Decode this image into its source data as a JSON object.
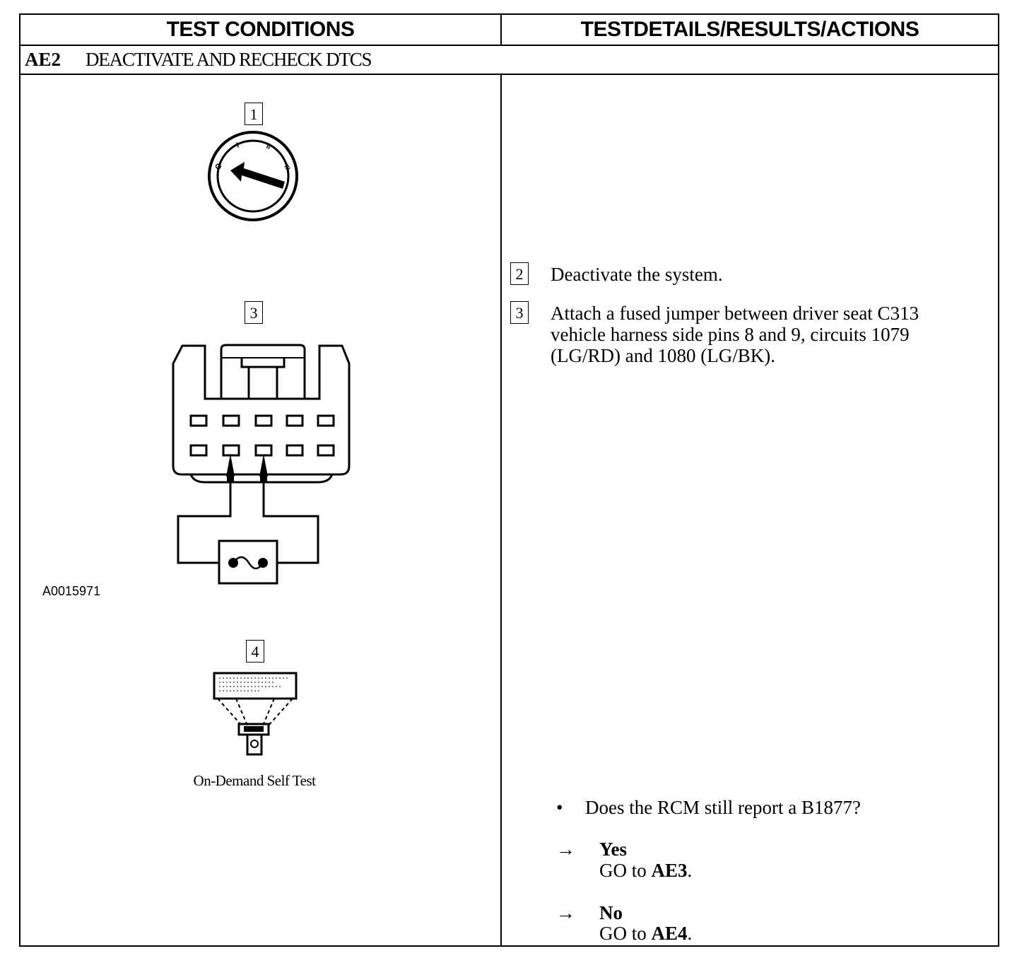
{
  "table": {
    "header_left": "TEST CONDITIONS",
    "header_right": "TESTDETAILS/RESULTS/ACTIONS",
    "step_id": "AE2",
    "step_title": "DEACTIVATE AND RECHECK DTCS"
  },
  "figure": {
    "step_labels": [
      "1",
      "3",
      "4"
    ],
    "figure_id": "A0015971",
    "caption": "On-Demand Self Test",
    "ignition_positions": [
      "O",
      "I",
      "II",
      "III"
    ],
    "icons": [
      "ignition-key-icon",
      "connector-jumper-icon",
      "scan-tool-icon"
    ]
  },
  "details": {
    "steps": [
      {
        "num": "2",
        "text": "Deactivate the system."
      },
      {
        "num": "3",
        "lines": [
          "Attach a fused jumper between driver seat C313",
          "vehicle harness side pins 8 and 9, circuits 1079",
          "(LG/RD) and 1080 (LG/BK)."
        ]
      }
    ],
    "question": "Does the RCM still report a B1877?",
    "bullet": "•",
    "arrow": "→",
    "outcomes": [
      {
        "answer": "Yes",
        "action_prefix": "GO to ",
        "target": "AE3",
        "suffix": "."
      },
      {
        "answer": "No",
        "action_prefix": "GO to ",
        "target": "AE4",
        "suffix": "."
      }
    ]
  }
}
